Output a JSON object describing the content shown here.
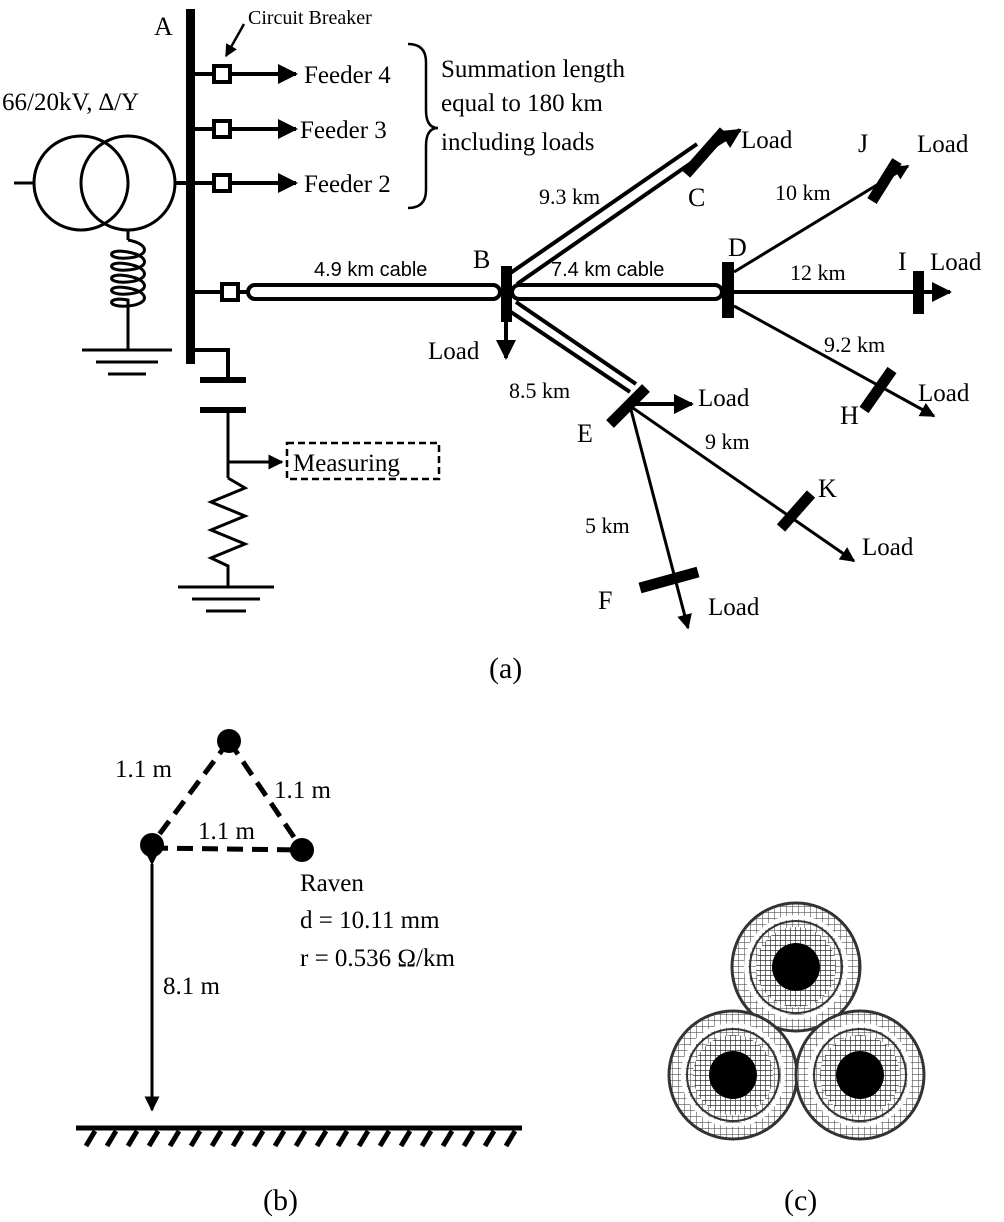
{
  "part_a": {
    "caption": "(a)",
    "busbar_label": "A",
    "breaker_label": "Circuit Breaker",
    "transformer_label": "66/20kV, ∆/Y",
    "feeders": [
      "Feeder 4",
      "Feeder 3",
      "Feeder 2"
    ],
    "summation_note": [
      "Summation length",
      "equal to 180 km",
      "including loads"
    ],
    "measuring_label": "Measuring",
    "load_label": "Load",
    "nodes": [
      "B",
      "C",
      "D",
      "E",
      "F",
      "H",
      "I",
      "J",
      "K"
    ],
    "segments": {
      "ab": "4.9 km cable",
      "bc": "9.3 km",
      "bd": "7.4 km cable",
      "be": "8.5 km",
      "dj": "10 km",
      "di": "12 km",
      "dh": "9.2 km",
      "ek": "9 km",
      "ef": "5 km"
    }
  },
  "part_b": {
    "caption": "(b)",
    "spacing": [
      "1.1 m",
      "1.1 m",
      "1.1 m"
    ],
    "height": "8.1 m",
    "conductor": {
      "name": "Raven",
      "diameter": "d = 10.11 mm",
      "resistance": "r = 0.536 Ω/km"
    }
  },
  "part_c": {
    "caption": "(c)"
  }
}
